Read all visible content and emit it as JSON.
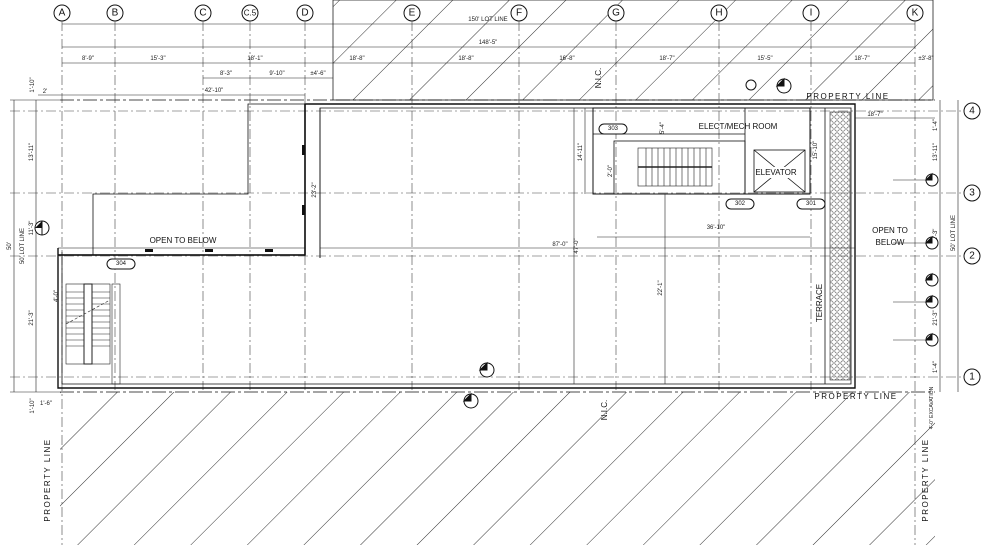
{
  "grid": {
    "columns": [
      "A",
      "B",
      "C",
      "C.5",
      "D",
      "E",
      "F",
      "G",
      "H",
      "I",
      "K"
    ],
    "rows": [
      "4",
      "3",
      "2",
      "1"
    ]
  },
  "dimensions": {
    "top_overall": "150' LOT LINE",
    "top_second": "148'-5\"",
    "top_segments": [
      "8'-9\"",
      "15'-3\"",
      "18'-1\"",
      "18'-8\"",
      "18'-8\"",
      "16'-8\"",
      "18'-7\"",
      "15'-5\"",
      "18'-7\"",
      "±3'-8\""
    ],
    "top_sub": [
      "8'-3\"",
      "9'-10\"",
      "±4'-6\""
    ],
    "left_span": "42'-10\"",
    "left_top_small": "1'-10\"",
    "left_top_2": "2'",
    "left_col": [
      "13'-11\"",
      "11'-3\"",
      "21'-3\""
    ],
    "left_lot": "50' LOT LINE",
    "left_bottom": "1'-10\"",
    "left_bottom_2": "1'-6\"",
    "stair_small": "4'-0\"",
    "mid_vertical": "23'-2\"",
    "overall_87": "87'-0\"",
    "vertical_47": "47'-0\"",
    "vertical_22": "22'-1\"",
    "vertical_14": "14'-11\"",
    "stair_5": "5'-4\"",
    "stair_2": "2'-0\"",
    "core_36": "36'-10\"",
    "elev_15": "15'-10\"",
    "right_18": "18'-7\"",
    "right_col": [
      "1'-4\"",
      "13'-11\"",
      "11'-3\"",
      "21'-3\"",
      "1'-4\""
    ],
    "right_lot": "50' LOT LINE",
    "right_bottom": "4'-0\" EXCAVATION"
  },
  "labels": {
    "property_line_top": "PROPERTY LINE",
    "property_line_bottom": "PROPERTY LINE",
    "property_line_left": "PROPERTY LINE",
    "property_line_right": "PROPERTY LINE",
    "nic_top": "N.I.C.",
    "nic_bottom": "N.I.C.",
    "open_to_below_left": "OPEN TO BELOW",
    "open_to_below_right_1": "OPEN TO",
    "open_to_below_right_2": "BELOW",
    "elect_mech": "ELECT/MECH ROOM",
    "elevator": "ELEVATOR",
    "terrace": "TERRACE"
  },
  "room_tags": [
    "303",
    "302",
    "301",
    "304"
  ]
}
